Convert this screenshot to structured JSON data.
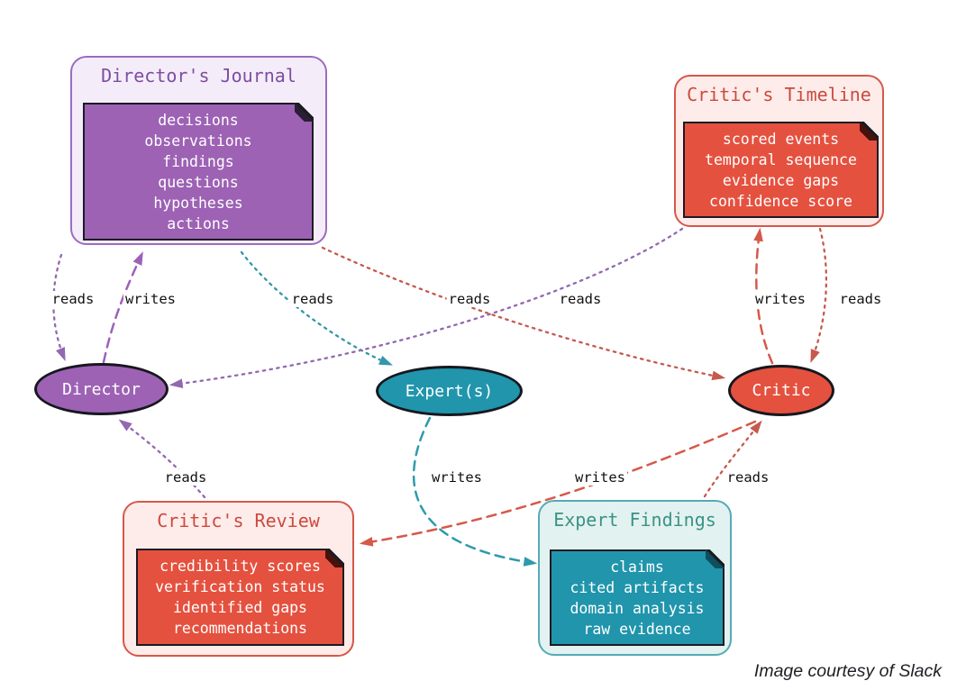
{
  "diagram": {
    "footer_credit": "Image courtesy of Slack"
  },
  "agents": {
    "director": {
      "label": "Director",
      "color": "#9d62b4"
    },
    "expert": {
      "label": "Expert(s)",
      "color": "#2095ac"
    },
    "critic": {
      "label": "Critic",
      "color": "#e5513f"
    }
  },
  "artifacts": {
    "journal": {
      "title": "Director's Journal",
      "items": [
        "decisions",
        "observations",
        "findings",
        "questions",
        "hypotheses",
        "actions"
      ],
      "bg": "#f4edf9",
      "accent": "#9b6cc0",
      "title_color": "#7e4da0",
      "fill": "#9d62b4",
      "fold": "#2c1d36"
    },
    "timeline": {
      "title": "Critic's Timeline",
      "items": [
        "scored events",
        "temporal sequence",
        "evidence gaps",
        "confidence score"
      ],
      "bg": "#fdecea",
      "accent": "#d5584a",
      "title_color": "#cc4a3d",
      "fill": "#e5513f",
      "fold": "#47120b"
    },
    "review": {
      "title": "Critic's Review",
      "items": [
        "credibility scores",
        "verification status",
        "identified gaps",
        "recommendations"
      ],
      "bg": "#fdecea",
      "accent": "#d5584a",
      "title_color": "#cc4a3d",
      "fill": "#e5513f",
      "fold": "#47120b"
    },
    "findings": {
      "title": "Expert Findings",
      "items": [
        "claims",
        "cited artifacts",
        "domain analysis",
        "raw evidence"
      ],
      "bg": "#e2f2f0",
      "accent": "#57a9b6",
      "title_color": "#3a9287",
      "fill": "#2095ac",
      "fold": "#0d4f5c"
    }
  },
  "edges": [
    {
      "id": "journal-to-director",
      "from": "Director's Journal",
      "to": "Director",
      "label": "reads",
      "line": "dotted",
      "color": "#9268b0"
    },
    {
      "id": "director-to-journal",
      "from": "Director",
      "to": "Director's Journal",
      "label": "writes",
      "line": "dashed",
      "color": "#9c61ba"
    },
    {
      "id": "journal-to-expert",
      "from": "Director's Journal",
      "to": "Expert(s)",
      "label": "reads",
      "line": "dotted",
      "color": "#3397a9"
    },
    {
      "id": "journal-to-critic",
      "from": "Director's Journal",
      "to": "Critic",
      "label": "reads",
      "line": "dotted",
      "color": "#c45a4e"
    },
    {
      "id": "timeline-to-director",
      "from": "Critic's Timeline",
      "to": "Director",
      "label": "reads",
      "line": "dotted",
      "color": "#9268b0"
    },
    {
      "id": "critic-to-timeline",
      "from": "Critic",
      "to": "Critic's Timeline",
      "label": "writes",
      "line": "dashed",
      "color": "#d6594a"
    },
    {
      "id": "timeline-to-critic",
      "from": "Critic's Timeline",
      "to": "Critic",
      "label": "reads",
      "line": "dotted",
      "color": "#c45a4e"
    },
    {
      "id": "review-to-director",
      "from": "Critic's Review",
      "to": "Director",
      "label": "reads",
      "line": "dotted",
      "color": "#9268b0"
    },
    {
      "id": "expert-to-findings",
      "from": "Expert(s)",
      "to": "Expert Findings",
      "label": "writes",
      "line": "dashed",
      "color": "#2d9aad"
    },
    {
      "id": "critic-to-review",
      "from": "Critic",
      "to": "Critic's Review",
      "label": "writes",
      "line": "dashed",
      "color": "#d6594a"
    },
    {
      "id": "findings-to-critic",
      "from": "Expert Findings",
      "to": "Critic",
      "label": "reads",
      "line": "dotted",
      "color": "#c45a4e"
    }
  ]
}
